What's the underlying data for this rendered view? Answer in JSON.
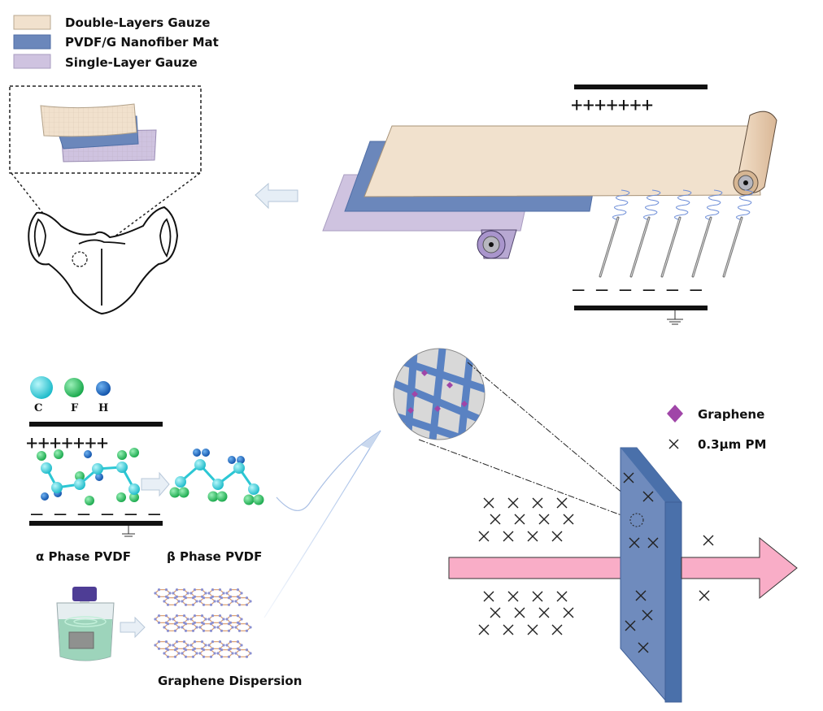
{
  "colors": {
    "double_layer_gauze": "#f1e1cd",
    "nanofiber_mat": "#6b87bb",
    "single_layer_gauze": "#cfc3e0",
    "graphene": "#a046a8",
    "airflow_arrow": "#f9adc7",
    "carbon": "#27d0dc",
    "fluorine": "#23c55c",
    "hydrogen": "#1565c8",
    "fiber_jet": "#6f8fd8",
    "filter_face": "#6f8bbd",
    "filter_edge": "#4a70aa"
  },
  "legend_materials": [
    {
      "label": "Double-Layers Gauze",
      "color_key": "double_layer_gauze"
    },
    {
      "label": "PVDF/G Nanofiber Mat",
      "color_key": "nanofiber_mat"
    },
    {
      "label": "Single-Layer Gauze",
      "color_key": "single_layer_gauze"
    }
  ],
  "electrospinning": {
    "positive_charges": "+++++++",
    "negative_charges": "– – – – – –",
    "needle_count": 5
  },
  "atoms": [
    {
      "symbol": "C",
      "color_key": "carbon"
    },
    {
      "symbol": "F",
      "color_key": "fluorine"
    },
    {
      "symbol": "H",
      "color_key": "hydrogen"
    }
  ],
  "poling": {
    "positive_charges": "+++++++",
    "negative_charges": "– – – – – –"
  },
  "phases": {
    "alpha_label": "α Phase PVDF",
    "beta_label": "β Phase PVDF"
  },
  "graphene_dispersion_label": "Graphene Dispersion",
  "filter_legend": [
    {
      "symbol": "diamond",
      "label": "Graphene"
    },
    {
      "symbol": "cross",
      "label": "0.3μm PM"
    }
  ],
  "particles": {
    "upstream_count": 24,
    "captured_count": 8,
    "passed_count": 2
  }
}
